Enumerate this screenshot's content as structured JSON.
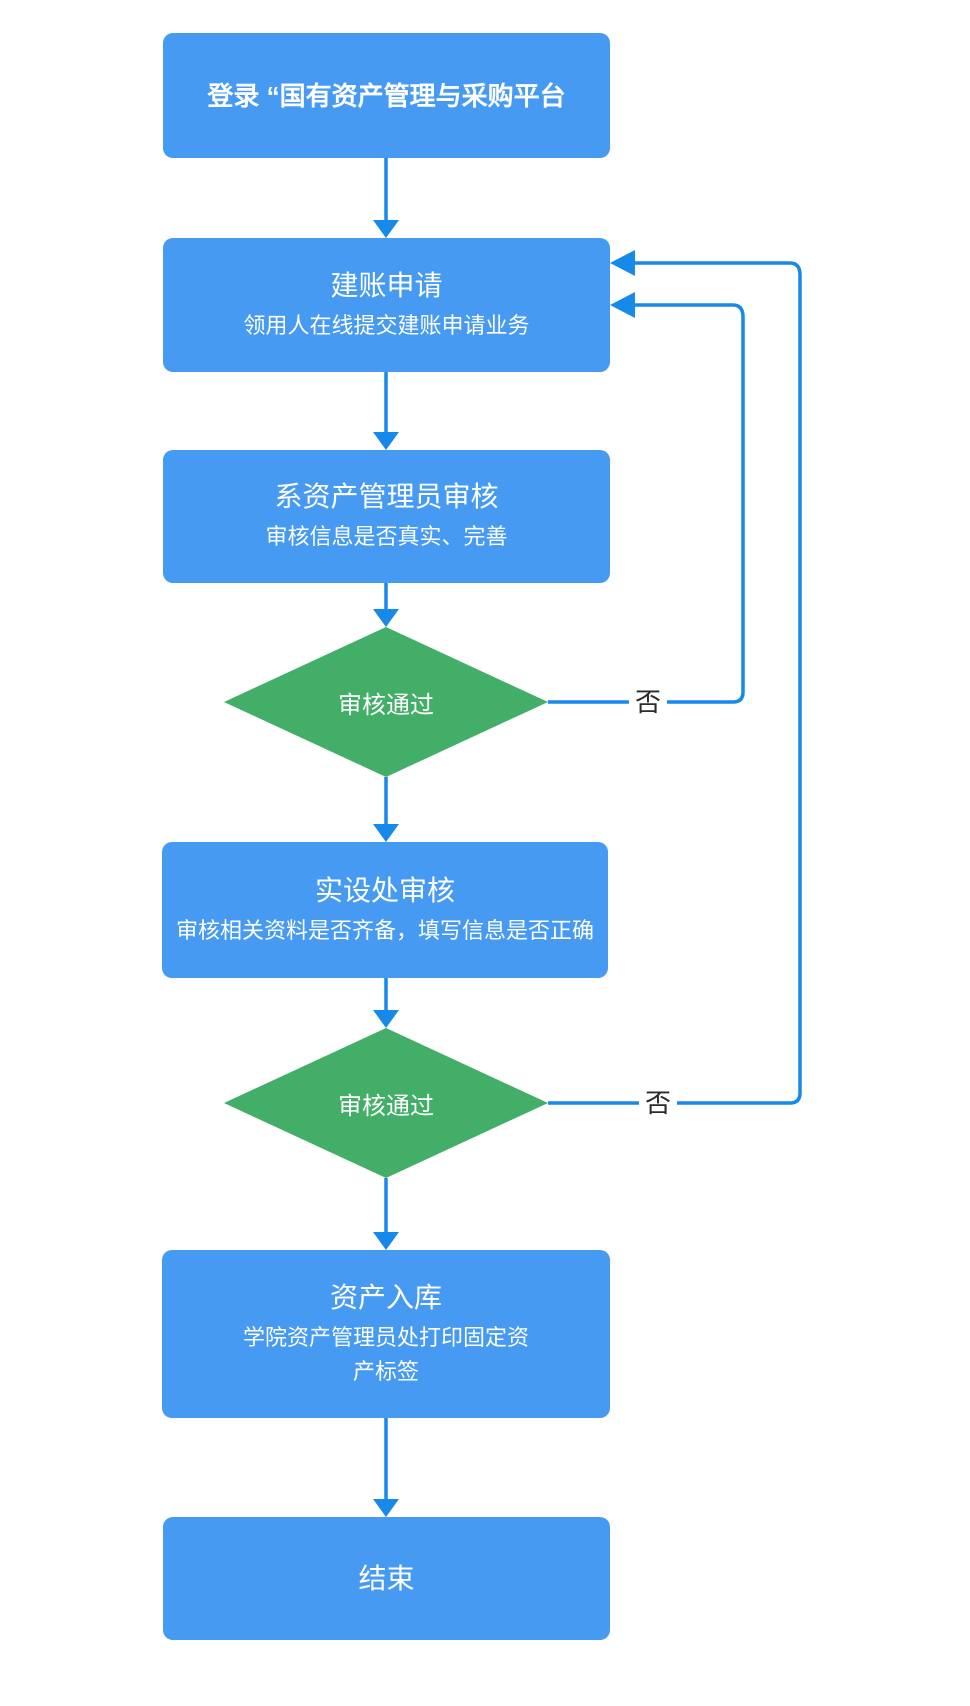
{
  "palette": {
    "node_fill": "#469af2",
    "decision_fill": "#42ae67",
    "connector": "#1789e8",
    "node_text": "#ffffff",
    "branch_label_color": "#2b2b2b",
    "background": "#ffffff"
  },
  "nodes": {
    "login": {
      "title": "登录 “国有资产管理与采购平台"
    },
    "apply": {
      "title": "建账申请",
      "subtitle": "领用人在线提交建账申请业务"
    },
    "dept_review": {
      "title": "系资产管理员审核",
      "subtitle": "审核信息是否真实、完善"
    },
    "decision1": {
      "label": "审核通过"
    },
    "office_review": {
      "title": "实设处审核",
      "subtitle": "审核相关资料是否齐备，填写信息是否正确"
    },
    "decision2": {
      "label": "审核通过"
    },
    "warehouse": {
      "title": "资产入库",
      "subtitle": "学院资产管理员处打印固定资产标签"
    },
    "end": {
      "title": "结束"
    }
  },
  "branch_labels": {
    "no1": "否",
    "no2": "否"
  }
}
